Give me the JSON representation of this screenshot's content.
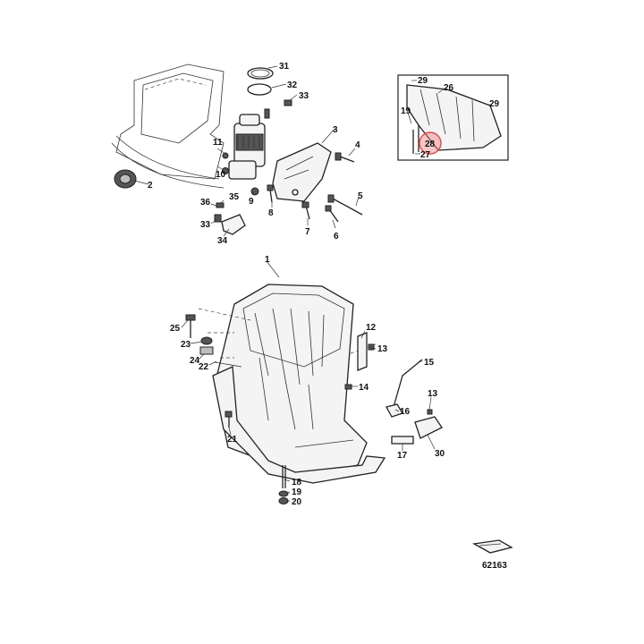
{
  "diagram_number": "62163",
  "highlight_color": "#f08080",
  "callouts": [
    {
      "id": "c1",
      "text": "1"
    },
    {
      "id": "c2",
      "text": "2"
    },
    {
      "id": "c3",
      "text": "3"
    },
    {
      "id": "c4",
      "text": "4"
    },
    {
      "id": "c5",
      "text": "5"
    },
    {
      "id": "c6",
      "text": "6"
    },
    {
      "id": "c7",
      "text": "7"
    },
    {
      "id": "c8",
      "text": "8"
    },
    {
      "id": "c9",
      "text": "9"
    },
    {
      "id": "c10",
      "text": "10"
    },
    {
      "id": "c11",
      "text": "11"
    },
    {
      "id": "c12",
      "text": "12"
    },
    {
      "id": "c13a",
      "text": "13"
    },
    {
      "id": "c13b",
      "text": "13"
    },
    {
      "id": "c14",
      "text": "14"
    },
    {
      "id": "c15",
      "text": "15"
    },
    {
      "id": "c16",
      "text": "16"
    },
    {
      "id": "c17",
      "text": "17"
    },
    {
      "id": "c18",
      "text": "18"
    },
    {
      "id": "c19",
      "text": "19"
    },
    {
      "id": "c20",
      "text": "20"
    },
    {
      "id": "c21",
      "text": "21"
    },
    {
      "id": "c22",
      "text": "22"
    },
    {
      "id": "c23",
      "text": "23"
    },
    {
      "id": "c24",
      "text": "24"
    },
    {
      "id": "c25",
      "text": "25"
    },
    {
      "id": "c26",
      "text": "26"
    },
    {
      "id": "c27",
      "text": "27"
    },
    {
      "id": "c28",
      "text": "28"
    },
    {
      "id": "c29a",
      "text": "29"
    },
    {
      "id": "c29b",
      "text": "29"
    },
    {
      "id": "c19b",
      "text": "19"
    },
    {
      "id": "c30",
      "text": "30"
    },
    {
      "id": "c31",
      "text": "31"
    },
    {
      "id": "c32",
      "text": "32"
    },
    {
      "id": "c33a",
      "text": "33"
    },
    {
      "id": "c33b",
      "text": "33"
    },
    {
      "id": "c34",
      "text": "34"
    },
    {
      "id": "c35",
      "text": "35"
    },
    {
      "id": "c36",
      "text": "36"
    }
  ]
}
